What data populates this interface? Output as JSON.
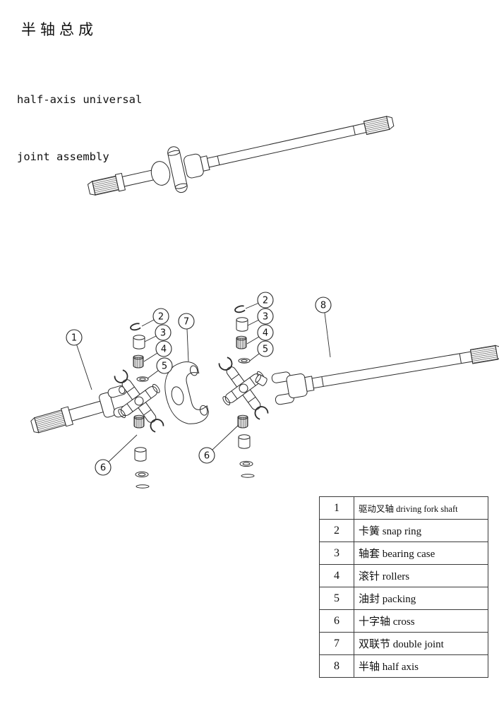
{
  "title": {
    "zh": "半轴总成",
    "en_line1": "half-axis universal",
    "en_line2": "joint assembly"
  },
  "callouts": {
    "c1": "1",
    "c2": "2",
    "c3": "3",
    "c4": "4",
    "c5": "5",
    "c6": "6",
    "c7": "7",
    "c8": "8"
  },
  "table": {
    "rows": [
      {
        "num": "1",
        "name": "驱动叉轴 driving fork shaft"
      },
      {
        "num": "2",
        "name": "卡簧 snap ring"
      },
      {
        "num": "3",
        "name": "轴套 bearing case"
      },
      {
        "num": "4",
        "name": "滚针 rollers"
      },
      {
        "num": "5",
        "name": "油封 packing"
      },
      {
        "num": "6",
        "name": "十字轴 cross"
      },
      {
        "num": "7",
        "name": "双联节 double joint"
      },
      {
        "num": "8",
        "name": "半轴 half axis"
      }
    ]
  }
}
